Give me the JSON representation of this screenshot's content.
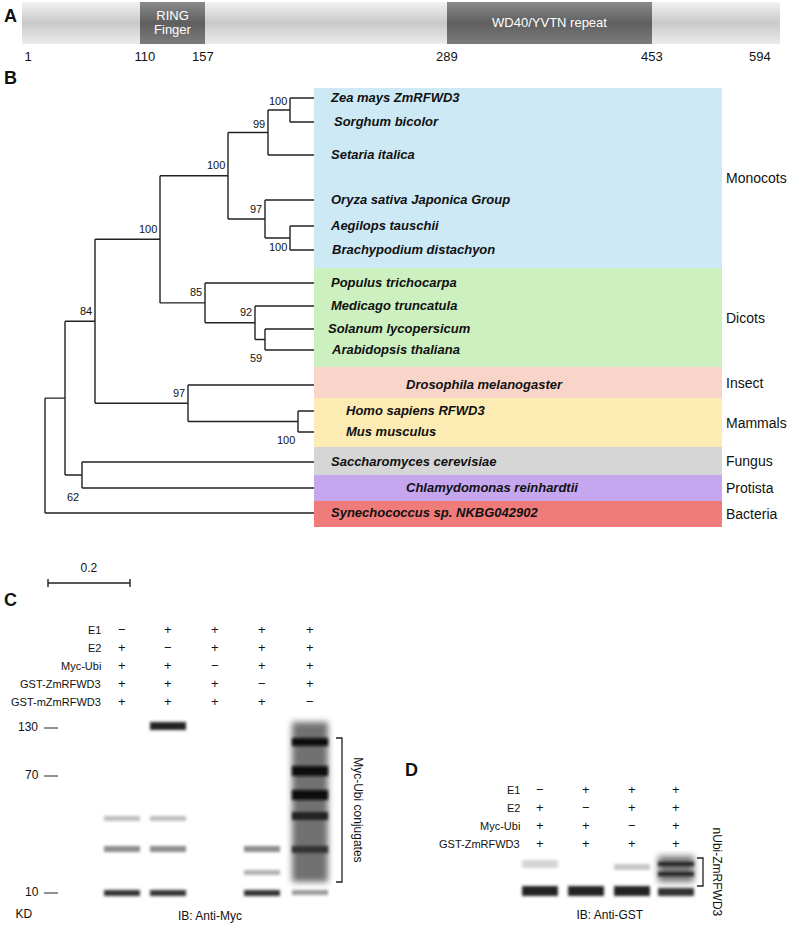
{
  "diagram": {
    "nodes": [
      {
        "text": [
          "RING Finger"
        ]
      },
      {
        "text": [
          "WD40/YVTN repeat"
        ]
      },
      {
        "text": [
          "Zea mays ZmRFWD3",
          "Sorghum bicolor",
          "Setaria italica",
          "Oryza sativa Japonica Group",
          "Aegilops tauschii",
          "Brachypodium distachyon",
          "Monocots"
        ]
      },
      {
        "text": [
          "Populus trichocarpa",
          "Medicago truncatula",
          "Solanum lycopersicum",
          "Arabidopsis thaliana",
          "Dicots"
        ]
      },
      {
        "text": [
          "Drosophila melanogaster",
          "Insect"
        ]
      },
      {
        "text": [
          "Homo sapiens RFWD3",
          "Mus musculus",
          "Mammals"
        ]
      },
      {
        "text": [
          "Saccharomyces cerevisiae",
          "Fungus"
        ]
      },
      {
        "text": [
          "Chlamydomonas reinhardtii",
          "Protista"
        ]
      },
      {
        "text": [
          "Synechococcus sp. NKBG042902",
          "Bacteria"
        ]
      }
    ],
    "labels": [
      "A",
      "1",
      "110",
      "157",
      "289",
      "453",
      "594",
      "B",
      "100",
      "99",
      "100",
      "97",
      "100",
      "100",
      "85",
      "92",
      "59",
      "84",
      "97",
      "100",
      "62",
      "0.2",
      "C",
      "E1",
      "−",
      "+",
      "+",
      "+",
      "+",
      "E2",
      "+",
      "−",
      "+",
      "+",
      "+",
      "Myc-Ubi",
      "+",
      "+",
      "−",
      "+",
      "+",
      "GST-ZmRFWD3",
      "+",
      "+",
      "+",
      "−",
      "+",
      "GST-mZmRFWD3",
      "+",
      "+",
      "+",
      "+",
      "−",
      "130",
      "70",
      "10",
      "KD",
      "Myc-Ubi conjugates",
      "IB: Anti-Myc",
      "D",
      "E1",
      "−",
      "+",
      "+",
      "+",
      "E2",
      "+",
      "−",
      "+",
      "+",
      "Myc-Ubi",
      "+",
      "+",
      "−",
      "+",
      "GST-ZmRFWD3",
      "+",
      "+",
      "+",
      "+",
      "nUbi-ZmRFWD3",
      "IB: Anti-GST"
    ]
  }
}
